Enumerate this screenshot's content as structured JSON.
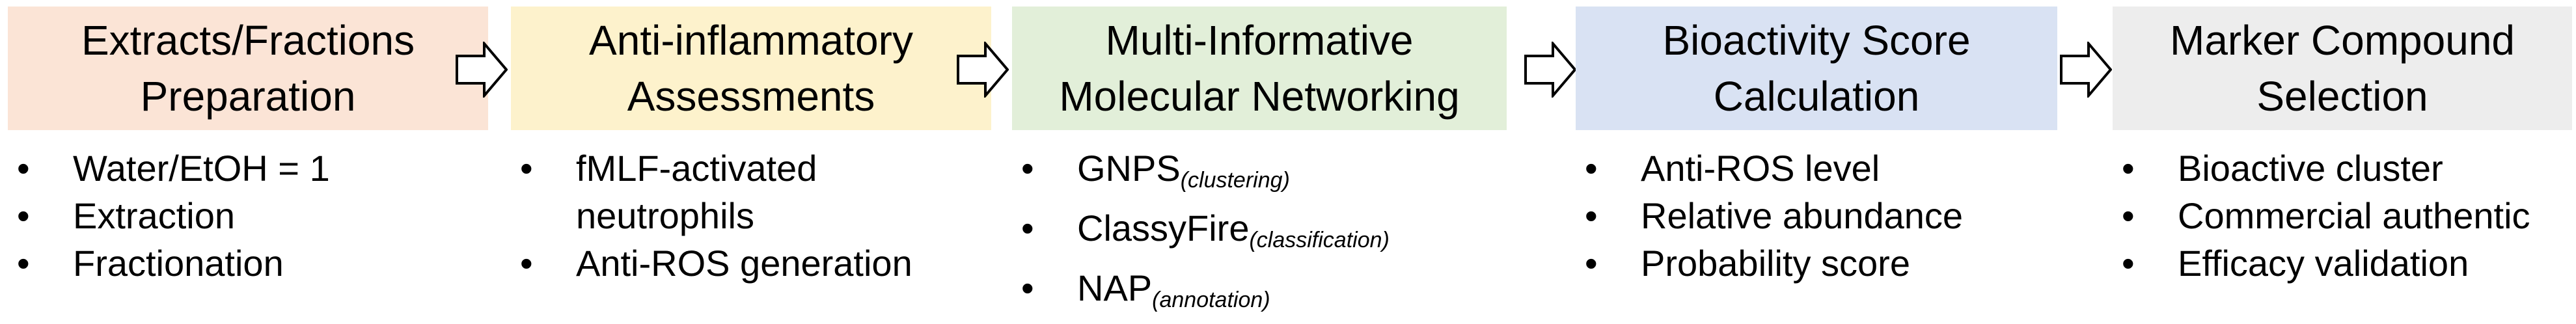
{
  "bullet_glyph": "•",
  "stages": [
    {
      "title_lines": [
        "Extracts/Fractions",
        "Preparation"
      ],
      "fill": "#fbe4d6",
      "bullets": [
        [
          "Water/EtOH = 1"
        ],
        [
          "Extraction"
        ],
        [
          "Fractionation"
        ]
      ]
    },
    {
      "title_lines": [
        "Anti-inflammatory",
        "Assessments"
      ],
      "fill": "#fdf2cc",
      "bullets": [
        [
          "fMLF-activated",
          "neutrophils"
        ],
        [
          "Anti-ROS generation"
        ]
      ]
    },
    {
      "title_lines": [
        "Multi-Informative",
        "Molecular Networking"
      ],
      "fill": "#e2efd9",
      "bullets": [
        {
          "main": "GNPS",
          "sub": "(clustering)"
        },
        {
          "main": "ClassyFire",
          "sub": "(classification)"
        },
        {
          "main": "NAP",
          "sub": "(annotation)"
        }
      ]
    },
    {
      "title_lines": [
        "Bioactivity Score",
        "Calculation"
      ],
      "fill": "#d9e2f3",
      "bullets": [
        [
          "Anti-ROS level"
        ],
        [
          "Relative abundance"
        ],
        [
          "Probability score"
        ]
      ]
    },
    {
      "title_lines": [
        "Marker Compound",
        "Selection"
      ],
      "fill": "#ededed",
      "bullets": [
        [
          "Bioactive cluster"
        ],
        [
          "Commercial authentic"
        ],
        [
          "Efficacy validation"
        ]
      ]
    }
  ]
}
